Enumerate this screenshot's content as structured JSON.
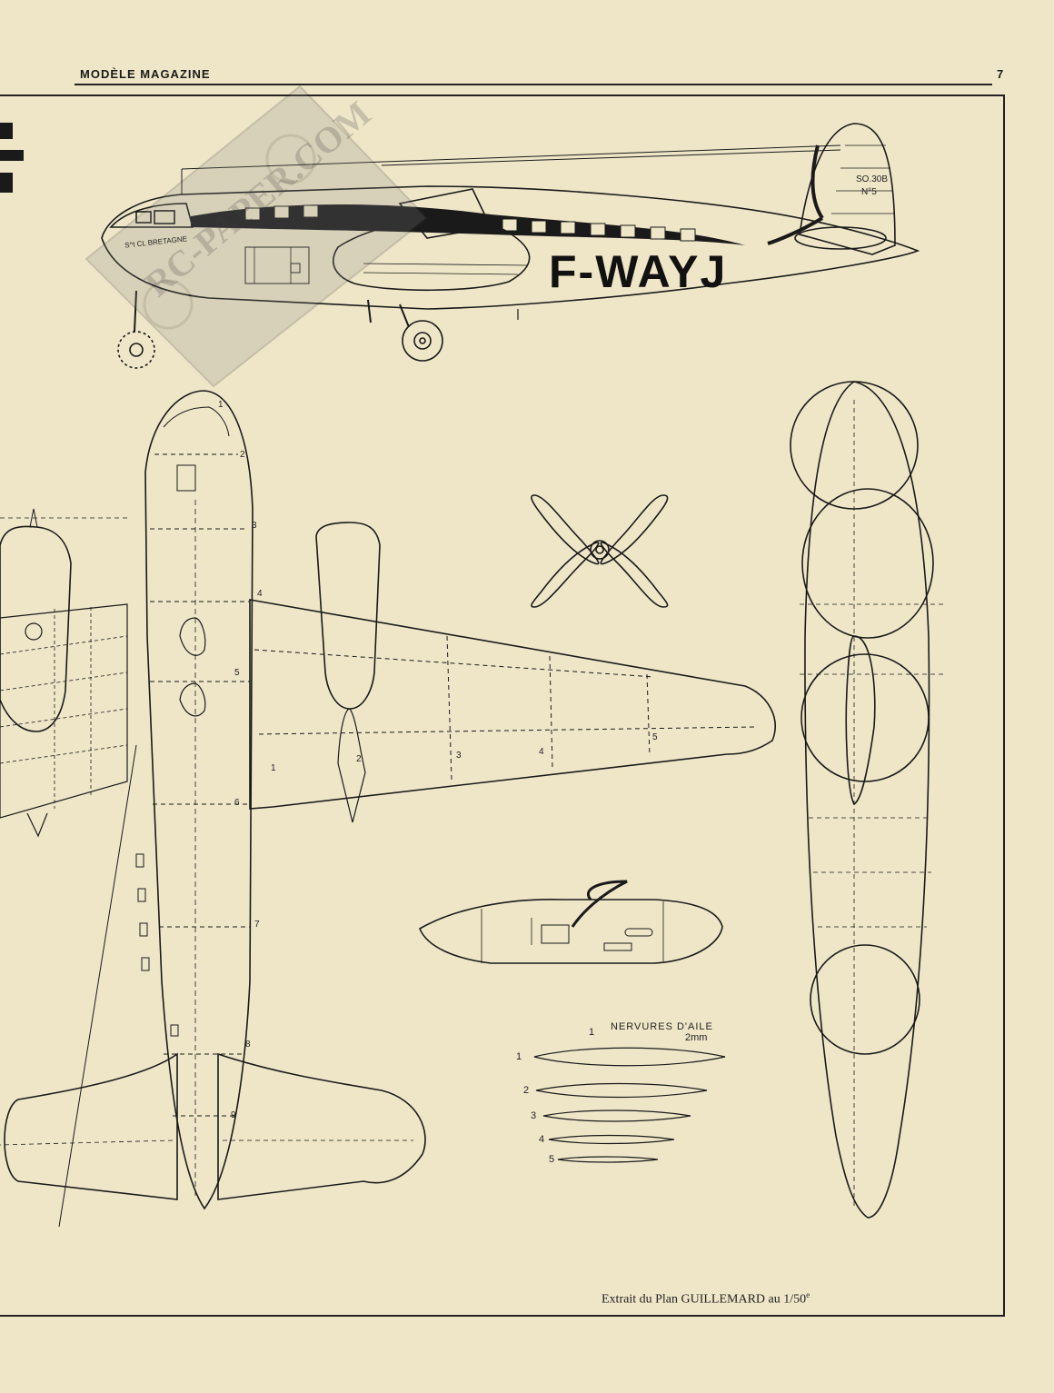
{
  "header": {
    "title": "MODÈLE MAGAZINE",
    "page_number": "7"
  },
  "side_view": {
    "registration": "F-WAYJ",
    "aircraft_name": "S^t CL BRETAGNE",
    "fin_marking_1": "SO.30B",
    "fin_marking_2": "N°5"
  },
  "plan_view": {
    "fuselage_stations": [
      "1",
      "2",
      "3",
      "4",
      "5",
      "6",
      "7",
      "8",
      "9"
    ],
    "wing_stations": [
      "1",
      "2",
      "3",
      "4",
      "5"
    ]
  },
  "rib_section": {
    "title": "NERVURES D'AILE",
    "thickness": "2mm",
    "label_top": "1",
    "rib_numbers": [
      "1",
      "2",
      "3",
      "4",
      "5"
    ]
  },
  "caption": {
    "text": "Extrait du Plan GUILLEMARD au 1/50",
    "superscript": "e"
  },
  "watermark": {
    "text": "RC-PAPER.COM"
  },
  "colors": {
    "paper": "#efe6c8",
    "ink": "#1a1a1a"
  }
}
